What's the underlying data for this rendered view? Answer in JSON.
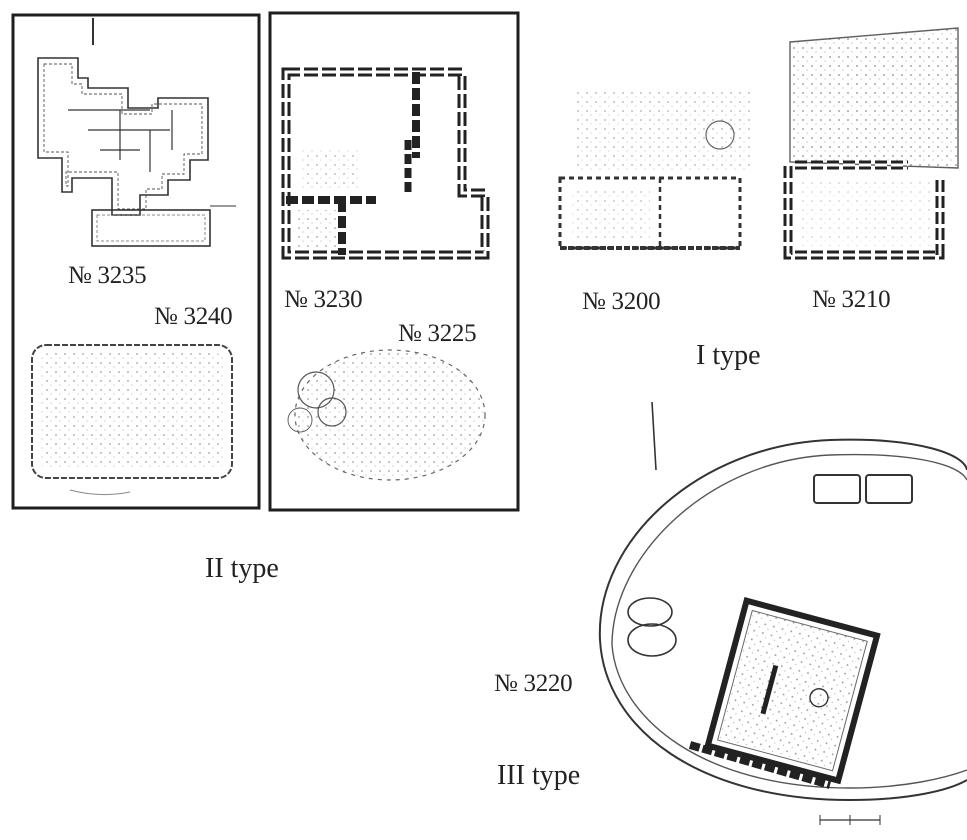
{
  "labels": {
    "no_3235": "№ 3235",
    "no_3240": "№ 3240",
    "no_3230": "№ 3230",
    "no_3225": "№ 3225",
    "no_3200": "№ 3200",
    "no_3210": "№ 3210",
    "no_3220": "№ 3220"
  },
  "types": {
    "type_1": "I  type",
    "type_2": "II type",
    "type_3": "III type"
  },
  "colors": {
    "ink": "#2a2a2a",
    "frame": "#1e1e1e",
    "paper": "#ffffff"
  }
}
